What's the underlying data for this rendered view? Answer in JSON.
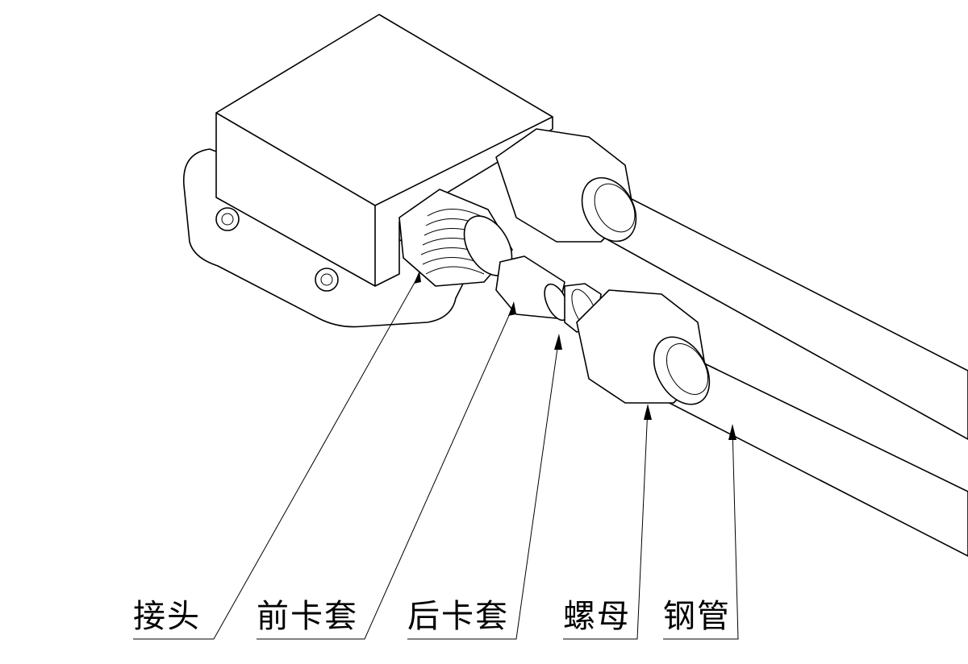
{
  "labels": {
    "fitting": "接头",
    "front_ferrule": "前卡套",
    "back_ferrule": "后卡套",
    "nut": "螺母",
    "steel_pipe": "钢管"
  }
}
